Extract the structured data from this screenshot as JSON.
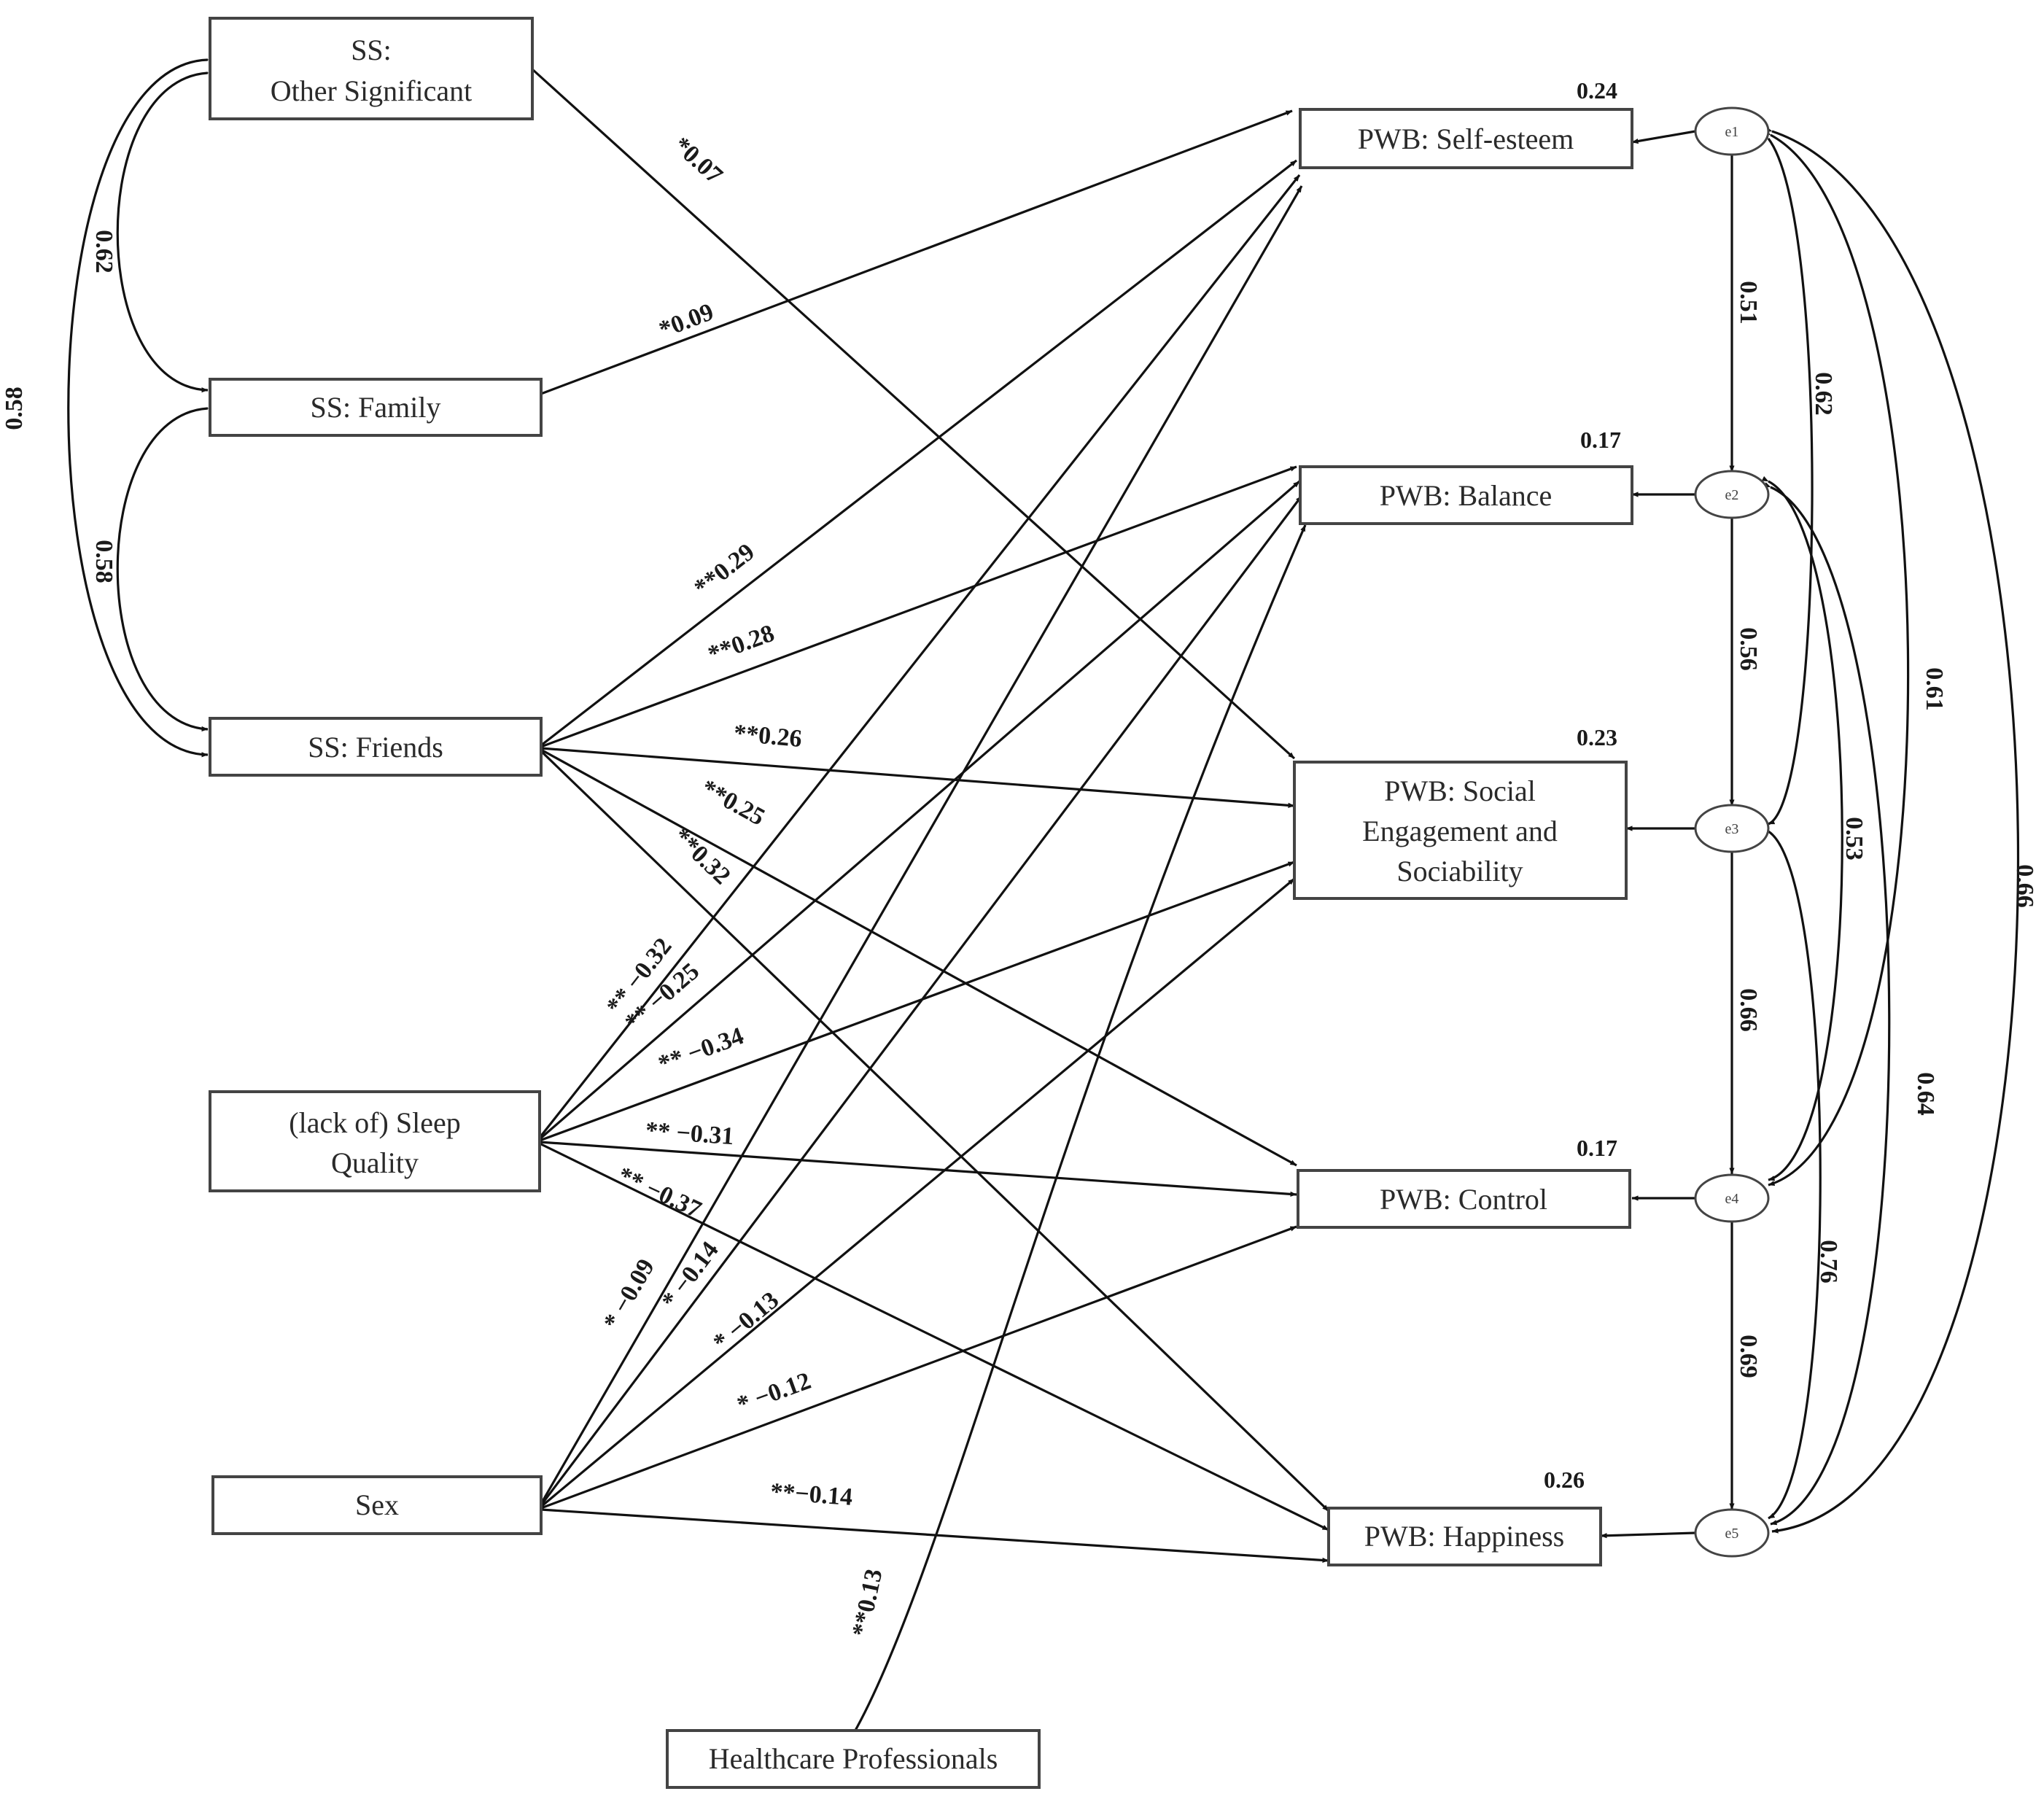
{
  "nodes": {
    "ss_other": {
      "lines": [
        "SS:",
        "Other Significant"
      ]
    },
    "ss_family": {
      "lines": [
        "SS: Family"
      ]
    },
    "ss_friends": {
      "lines": [
        "SS: Friends"
      ]
    },
    "sleep": {
      "lines": [
        "(lack of) Sleep",
        "Quality"
      ]
    },
    "sex": {
      "lines": [
        "Sex"
      ]
    },
    "healthcare": {
      "lines": [
        "Healthcare Professionals"
      ]
    },
    "pwb_self": {
      "lines": [
        "PWB: Self-esteem"
      ],
      "r2": "0.24"
    },
    "pwb_balance": {
      "lines": [
        "PWB: Balance"
      ],
      "r2": "0.17"
    },
    "pwb_social": {
      "lines": [
        "PWB: Social",
        "Engagement and",
        "Sociability"
      ],
      "r2": "0.23"
    },
    "pwb_control": {
      "lines": [
        "PWB: Control"
      ],
      "r2": "0.17"
    },
    "pwb_happy": {
      "lines": [
        "PWB: Happiness"
      ],
      "r2": "0.26"
    }
  },
  "errors": [
    "e1",
    "e2",
    "e3",
    "e4",
    "e5"
  ],
  "predictor_correlations": [
    {
      "label": "0.62"
    },
    {
      "label": "0.58"
    },
    {
      "label": "0.58"
    }
  ],
  "error_correlations": [
    {
      "label": "0.51"
    },
    {
      "label": "0.56"
    },
    {
      "label": "0.66"
    },
    {
      "label": "0.69"
    },
    {
      "label": "0.62"
    },
    {
      "label": "0.61"
    },
    {
      "label": "0.66"
    },
    {
      "label": "0.53"
    },
    {
      "label": "0.64"
    },
    {
      "label": "0.76"
    }
  ],
  "paths": [
    {
      "label": "*0.07"
    },
    {
      "label": "*0.09"
    },
    {
      "label": "**0.29"
    },
    {
      "label": "**0.28"
    },
    {
      "label": "**0.26"
    },
    {
      "label": "**0.25"
    },
    {
      "label": "**0.32"
    },
    {
      "label": "** −0.32"
    },
    {
      "label": "** −0.25"
    },
    {
      "label": "** −0.34"
    },
    {
      "label": "** −0.31"
    },
    {
      "label": "** −0.37"
    },
    {
      "label": "* −0.09"
    },
    {
      "label": "* −0.14"
    },
    {
      "label": "* −0.13"
    },
    {
      "label": "* −0.12"
    },
    {
      "label": "**−0.14"
    },
    {
      "label": "**0.13"
    }
  ]
}
